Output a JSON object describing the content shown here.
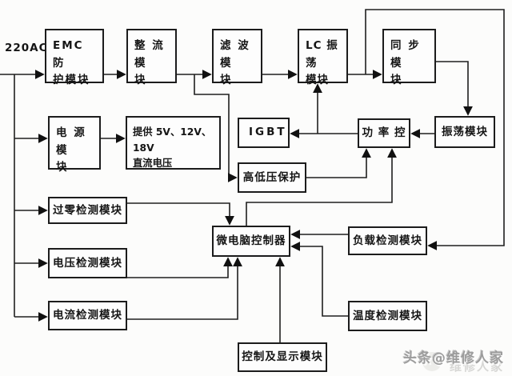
{
  "diagram": {
    "source_label": "220AC",
    "nodes": [
      {
        "id": "emc-protect",
        "label": "EMC 防\n护模块"
      },
      {
        "id": "rectifier",
        "label": "整 流 模\n块"
      },
      {
        "id": "filter",
        "label": "滤 波 模\n块"
      },
      {
        "id": "lc-osc",
        "label": "LC 振荡\n模块"
      },
      {
        "id": "sync",
        "label": "同 步 模\n块"
      },
      {
        "id": "power-supply",
        "label": "电 源 模\n块"
      },
      {
        "id": "dc-output",
        "label": "提供 5V、12V、18V\n直流电压"
      },
      {
        "id": "igbt",
        "label": "IGBT"
      },
      {
        "id": "power-ctrl",
        "label": "功 率 控"
      },
      {
        "id": "osc",
        "label": "振荡模块"
      },
      {
        "id": "hv-lv-protect",
        "label": "高低压保护"
      },
      {
        "id": "zero-cross",
        "label": "过零检测模块"
      },
      {
        "id": "voltage-detect",
        "label": "电压检测模块"
      },
      {
        "id": "current-detect",
        "label": "电流检测模块"
      },
      {
        "id": "mcu",
        "label": "微电脑控制器"
      },
      {
        "id": "load-detect",
        "label": "负载检测模块"
      },
      {
        "id": "temp-detect",
        "label": "温度检测模块"
      },
      {
        "id": "ctrl-display",
        "label": "控制及显示模块"
      }
    ],
    "edges": [
      {
        "from": "220AC",
        "to": "emc-protect"
      },
      {
        "from": "emc-protect",
        "to": "rectifier"
      },
      {
        "from": "rectifier",
        "to": "filter"
      },
      {
        "from": "filter",
        "to": "lc-osc"
      },
      {
        "from": "lc-osc",
        "to": "sync"
      },
      {
        "from": "sync",
        "to": "osc"
      },
      {
        "from": "osc",
        "to": "power-ctrl"
      },
      {
        "from": "power-ctrl",
        "to": "igbt"
      },
      {
        "from": "power-ctrl",
        "to": "lc-osc"
      },
      {
        "from": "mains-bus",
        "to": "power-supply"
      },
      {
        "from": "power-supply",
        "to": "dc-output"
      },
      {
        "from": "rectifier-filter-line",
        "to": "hv-lv-protect"
      },
      {
        "from": "hv-lv-protect",
        "to": "power-ctrl"
      },
      {
        "from": "mcu",
        "to": "power-ctrl"
      },
      {
        "from": "mains-bus",
        "to": "zero-cross"
      },
      {
        "from": "mains-bus",
        "to": "voltage-detect"
      },
      {
        "from": "mains-bus",
        "to": "current-detect"
      },
      {
        "from": "zero-cross",
        "to": "mcu"
      },
      {
        "from": "voltage-detect",
        "to": "mcu"
      },
      {
        "from": "current-detect",
        "to": "mcu"
      },
      {
        "from": "ctrl-display",
        "to": "mcu"
      },
      {
        "from": "load-detect",
        "to": "mcu"
      },
      {
        "from": "temp-detect",
        "to": "mcu"
      },
      {
        "from": "lc-sync-line",
        "to": "load-detect"
      }
    ],
    "watermark": {
      "main": "头条@维修人家",
      "ghost": "维修人家"
    },
    "colors": {
      "line": "#1f1f1f",
      "box_border": "#1c1c1c",
      "background": "#fcfcfb",
      "watermark": "#9c9c9c"
    }
  }
}
